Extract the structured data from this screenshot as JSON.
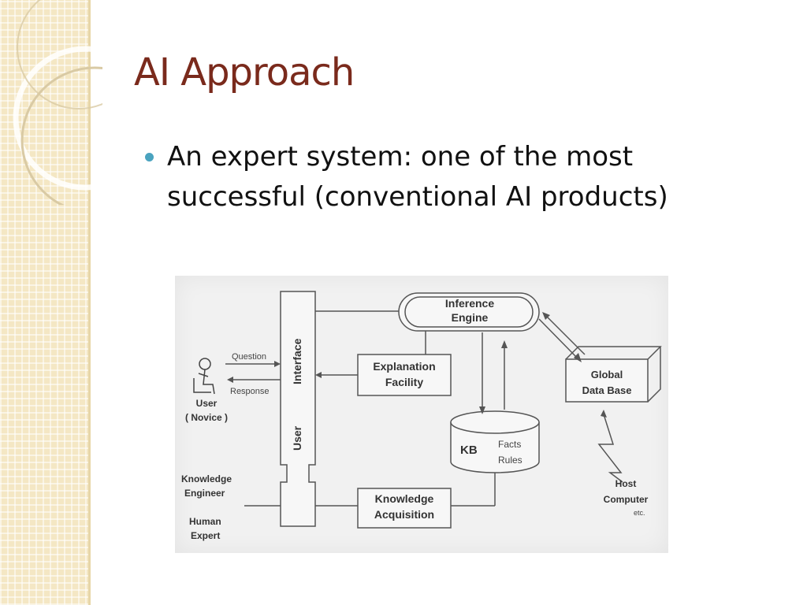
{
  "slide": {
    "title": "AI Approach",
    "bullets": [
      "An expert system: one of the most successful (conventional AI products)"
    ]
  },
  "diagram": {
    "user_interface": "User Interface",
    "interface_label": "Interface",
    "user_label": "User",
    "inference_engine": [
      "Inference",
      "Engine"
    ],
    "explanation_facility": [
      "Explanation",
      "Facility"
    ],
    "global_data_base": [
      "Global",
      "Data Base"
    ],
    "kb": "KB",
    "kb_facts": "Facts",
    "kb_rules": "Rules",
    "knowledge_acquisition": [
      "Knowledge",
      "Acquisition"
    ],
    "question": "Question",
    "response": "Response",
    "user_novice": [
      "User",
      "( Novice )"
    ],
    "knowledge_engineer": [
      "Knowledge",
      "Engineer"
    ],
    "human_expert": [
      "Human",
      "Expert"
    ],
    "host_computer": [
      "Host",
      "Computer",
      "etc."
    ]
  },
  "colors": {
    "title": "#7a2a1c",
    "bullet": "#4aa3bf",
    "strip": "#f4e7c4"
  }
}
